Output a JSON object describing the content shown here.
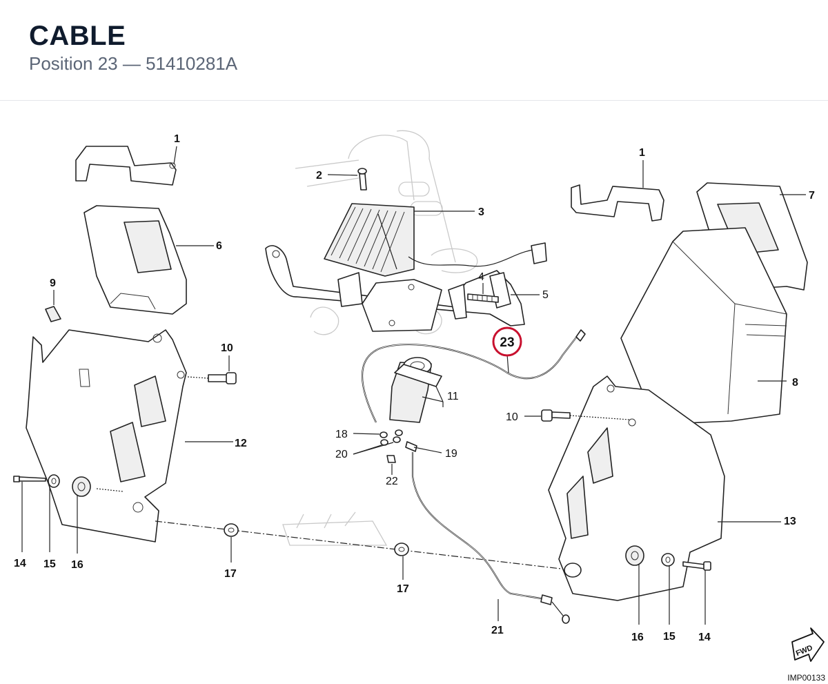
{
  "header": {
    "title": "CABLE",
    "subtitle": "Position 23 — 51410281A"
  },
  "diagram": {
    "highlight_label": "23",
    "highlight_color": "#c8102e",
    "image_code": "IMP00133",
    "fwd_label": "FWD",
    "labels": {
      "l1a": "1",
      "l1b": "1",
      "l2": "2",
      "l3": "3",
      "l4": "4",
      "l5": "5",
      "l6": "6",
      "l7": "7",
      "l8": "8",
      "l9": "9",
      "l10a": "10",
      "l10b": "10",
      "l11": "11",
      "l12": "12",
      "l13": "13",
      "l14a": "14",
      "l14b": "14",
      "l15a": "15",
      "l15b": "15",
      "l16a": "16",
      "l16b": "16",
      "l17a": "17",
      "l17b": "17",
      "l18": "18",
      "l19": "19",
      "l20": "20",
      "l21": "21",
      "l22": "22"
    }
  }
}
